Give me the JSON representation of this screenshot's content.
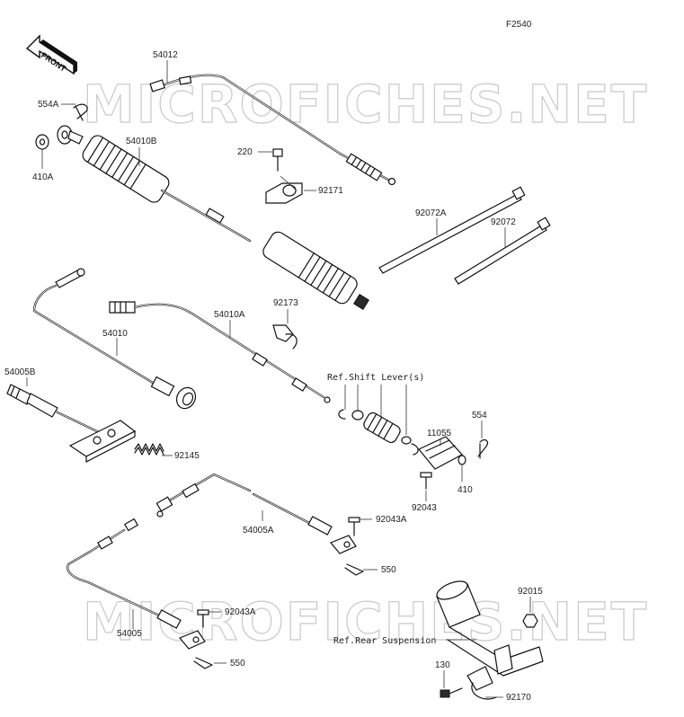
{
  "figure_code": "F2540",
  "front_badge": "FRONT",
  "watermark": "MICROFICHES.NET",
  "parts": {
    "p54012": "54012",
    "p554A": "554A",
    "p410A": "410A",
    "p54010B": "54010B",
    "p220": "220",
    "p92171": "92171",
    "p92072A": "92072A",
    "p92072": "92072",
    "p92173": "92173",
    "p54010A": "54010A",
    "p54010": "54010",
    "p54005B": "54005B",
    "p92145": "92145",
    "p11055": "11055",
    "p554": "554",
    "p410": "410",
    "p92043": "92043",
    "p54005A": "54005A",
    "p92043A_1": "92043A",
    "p550_1": "550",
    "p92043A_2": "92043A",
    "p54005": "54005",
    "p550_2": "550",
    "p92015": "92015",
    "p130": "130",
    "p92170": "92170"
  },
  "refs": {
    "shift_lever": "Ref.Shift Lever(s)",
    "rear_suspension": "Ref.Rear Suspension"
  }
}
